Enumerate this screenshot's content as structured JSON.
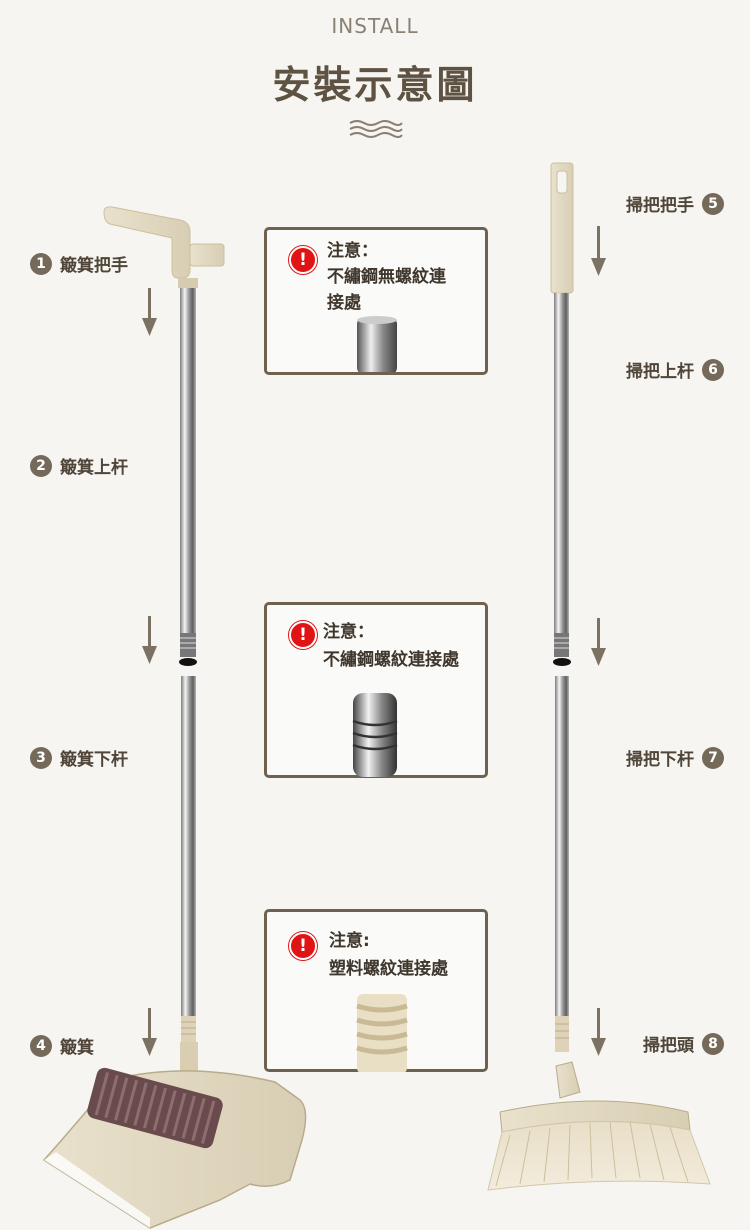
{
  "header": {
    "subtitle": "INSTALL",
    "title": "安裝示意圖"
  },
  "left_labels": [
    {
      "num": "1",
      "text": "簸箕把手"
    },
    {
      "num": "2",
      "text": "簸箕上杆"
    },
    {
      "num": "3",
      "text": "簸箕下杆"
    },
    {
      "num": "4",
      "text": "簸箕"
    }
  ],
  "right_labels": [
    {
      "num": "5",
      "text": "掃把把手"
    },
    {
      "num": "6",
      "text": "掃把上杆"
    },
    {
      "num": "7",
      "text": "掃把下杆"
    },
    {
      "num": "8",
      "text": "掃把頭"
    }
  ],
  "notes": [
    {
      "title": "注意：",
      "lines": [
        "不繡鋼無螺紋連",
        "接處"
      ]
    },
    {
      "title": "注意：",
      "lines": [
        "不繡鋼螺紋連接處"
      ]
    },
    {
      "title": "注意:",
      "lines": [
        "塑料螺紋連接處"
      ]
    }
  ],
  "colors": {
    "accent": "#6e6150",
    "warning": "#e01414",
    "background": "#f6f5f1"
  }
}
